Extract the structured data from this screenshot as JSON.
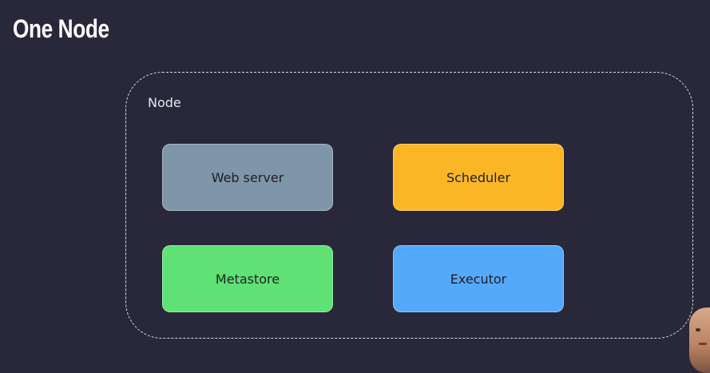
{
  "slide": {
    "title": "One Node"
  },
  "diagram": {
    "container_label": "Node",
    "components": [
      {
        "label": "Web server",
        "color": "#7e95aa"
      },
      {
        "label": "Scheduler",
        "color": "#fbb626"
      },
      {
        "label": "Metastore",
        "color": "#5fe176"
      },
      {
        "label": "Executor",
        "color": "#55a9fb"
      }
    ]
  },
  "colors": {
    "background": "#29283a",
    "border": "#d9d9e0"
  }
}
